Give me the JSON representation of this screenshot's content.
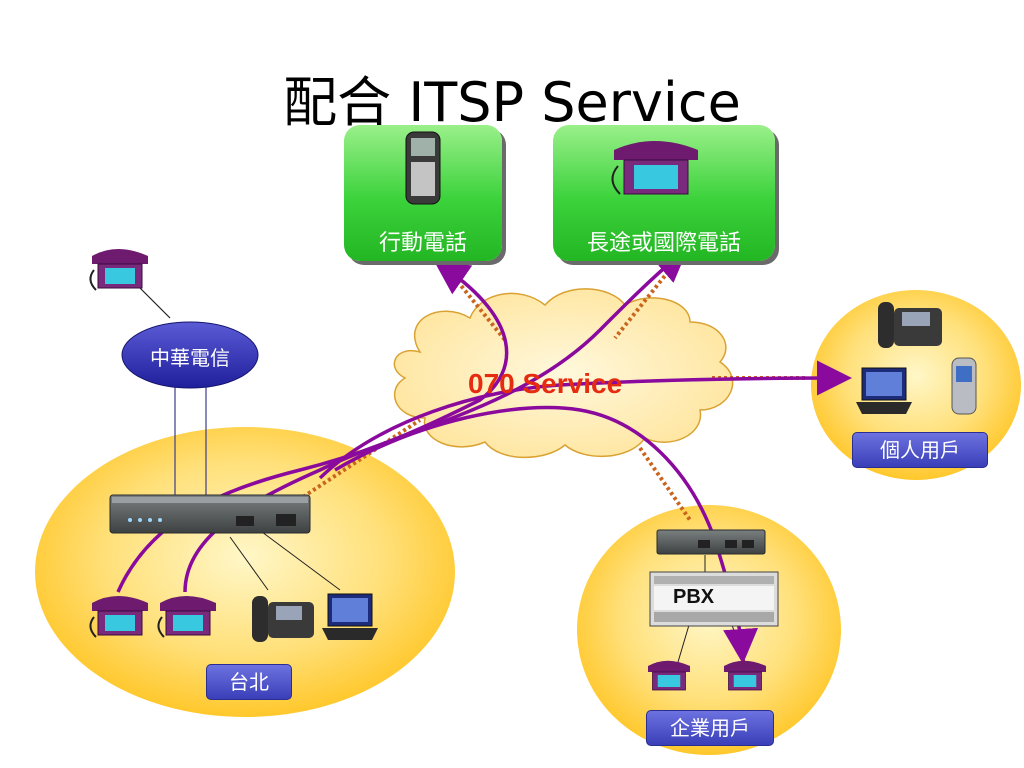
{
  "slide": {
    "title": "配合 ITSP Service"
  },
  "nodes": {
    "mobile": "行動電話",
    "long_distance": "長途或國際電話",
    "cht": "中華電信",
    "cloud": "070 Service",
    "personal": "個人用戶",
    "taipei": "台北",
    "enterprise": "企業用戶",
    "pbx": "PBX"
  },
  "colors": {
    "green": "#3bd23b",
    "yellow": "#ffcc33",
    "cloud": "#ffe69a",
    "purple_line": "#8a0a9e",
    "dotted_line": "#c8641e",
    "label_blue": "#4a50c8",
    "cloud_text": "#e52b10"
  }
}
